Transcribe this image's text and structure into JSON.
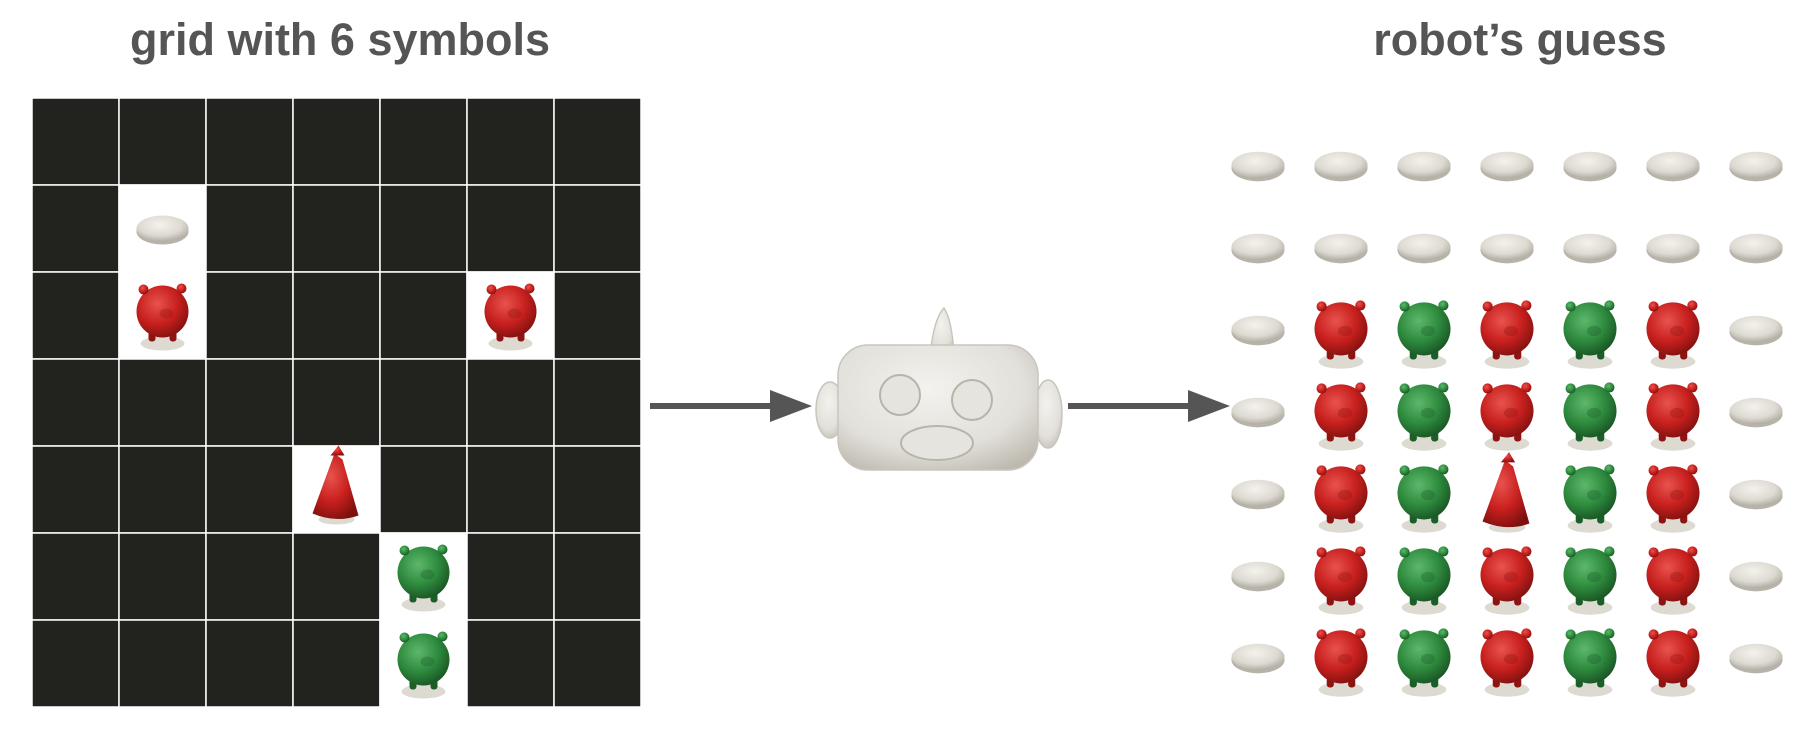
{
  "left_panel": {
    "title": "grid with 6 symbols",
    "grid": {
      "cols": 7,
      "rows": 7,
      "cell_color": "#22231F",
      "line_color": "#ffffff",
      "symbols": [
        {
          "row": 1,
          "col": 1,
          "type": "flat-disc",
          "color": "white"
        },
        {
          "row": 2,
          "col": 1,
          "type": "round-figure",
          "color": "red"
        },
        {
          "row": 2,
          "col": 5,
          "type": "round-figure",
          "color": "red"
        },
        {
          "row": 4,
          "col": 3,
          "type": "cone-figure",
          "color": "red"
        },
        {
          "row": 5,
          "col": 4,
          "type": "round-figure",
          "color": "green"
        },
        {
          "row": 6,
          "col": 4,
          "type": "round-figure",
          "color": "green"
        }
      ]
    }
  },
  "robot": {
    "icon": "robot-icon",
    "color": "#E2E0DA"
  },
  "arrows": {
    "color": "#555555"
  },
  "right_panel": {
    "title": "robot’s guess",
    "grid": {
      "rows": [
        [
          "flat-disc-white",
          "flat-disc-white",
          "flat-disc-white",
          "flat-disc-white",
          "flat-disc-white",
          "flat-disc-white",
          "flat-disc-white"
        ],
        [
          "flat-disc-white",
          "flat-disc-white",
          "flat-disc-white",
          "flat-disc-white",
          "flat-disc-white",
          "flat-disc-white",
          "flat-disc-white"
        ],
        [
          "flat-disc-white",
          "round-red",
          "round-green",
          "round-red",
          "round-green",
          "round-red",
          "flat-disc-white"
        ],
        [
          "flat-disc-white",
          "round-red",
          "round-green",
          "round-red",
          "round-green",
          "round-red",
          "flat-disc-white"
        ],
        [
          "flat-disc-white",
          "round-red",
          "round-green",
          "cone-red",
          "round-green",
          "round-red",
          "flat-disc-white"
        ],
        [
          "flat-disc-white",
          "round-red",
          "round-green",
          "round-red",
          "round-green",
          "round-red",
          "flat-disc-white"
        ],
        [
          "flat-disc-white",
          "round-red",
          "round-green",
          "round-red",
          "round-green",
          "round-red",
          "flat-disc-white"
        ]
      ]
    }
  },
  "colors": {
    "red": "#C8201E",
    "red_dark": "#8E1412",
    "green": "#2E8B3E",
    "green_dark": "#1C5E28",
    "white": "#DDDAD2",
    "white_dark": "#B7B3A9"
  }
}
